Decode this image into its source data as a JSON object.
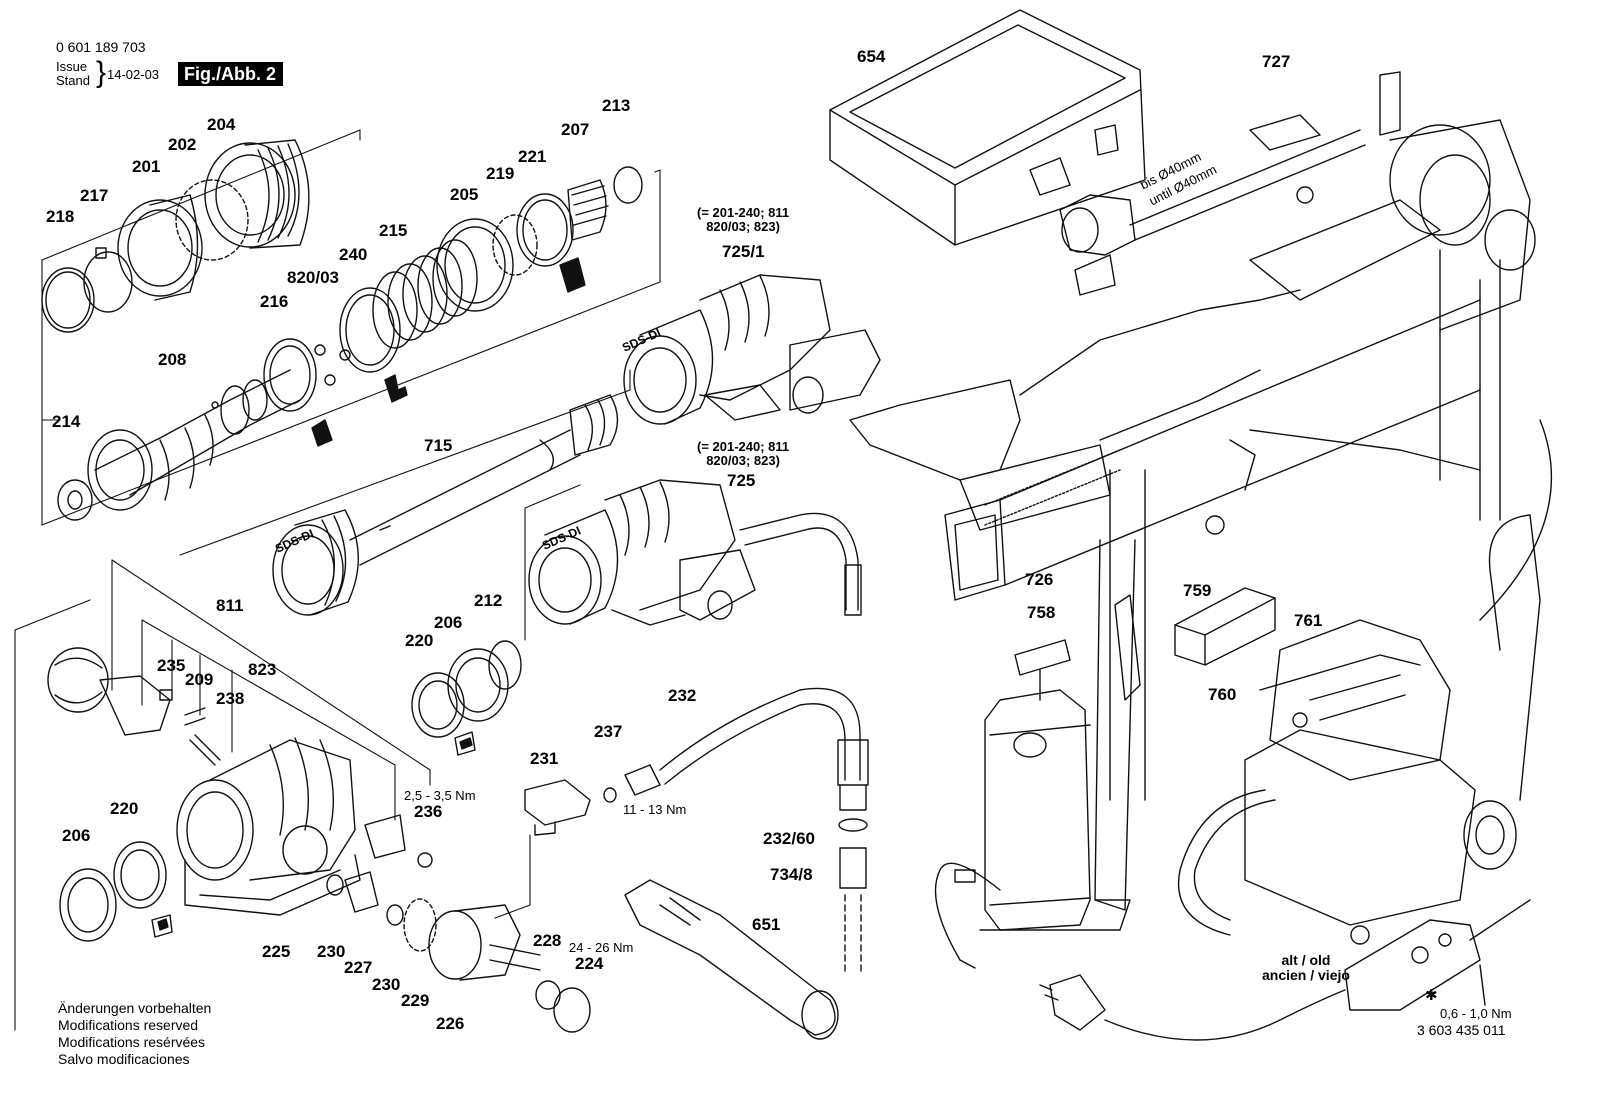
{
  "header": {
    "part_number": "0 601 189 703",
    "issue_label_en": "Issue",
    "issue_label_de": "Stand",
    "issue_date": "14-02-03",
    "figure_label": "Fig./Abb. 2"
  },
  "parts": {
    "p654": "654",
    "p727": "727",
    "p204": "204",
    "p202": "202",
    "p201": "201",
    "p217": "217",
    "p218": "218",
    "p207": "207",
    "p213": "213",
    "p221": "221",
    "p219": "219",
    "p205": "205",
    "p215": "215",
    "p240": "240",
    "p820_03": "820/03",
    "p216": "216",
    "p208": "208",
    "p214": "214",
    "p725_1": "725/1",
    "p715": "715",
    "p725": "725",
    "p811": "811",
    "p235": "235",
    "p209": "209",
    "p238": "238",
    "p823": "823",
    "p220a": "220",
    "p206a": "206",
    "p212": "212",
    "p236": "236",
    "p220b": "220",
    "p206b": "206",
    "p225": "225",
    "p230a": "230",
    "p227": "227",
    "p230b": "230",
    "p229": "229",
    "p226": "226",
    "p228": "228",
    "p224": "224",
    "p231": "231",
    "p237": "237",
    "p232": "232",
    "p232_60": "232/60",
    "p734_8": "734/8",
    "p651": "651",
    "p726": "726",
    "p758": "758",
    "p759": "759",
    "p761": "761",
    "p760": "760"
  },
  "annotations": {
    "group1_line1": "(= 201-240; 811",
    "group1_line2": "820/03; 823)",
    "group2_line1": "(= 201-240; 811",
    "group2_line2": "820/03; 823)",
    "sds_1": "SDS-DI",
    "sds_2": "SDS-DI",
    "sds_3": "SDS-DI",
    "torque_236": "2,5 - 3,5 Nm",
    "torque_237": "11 - 13 Nm",
    "torque_224": "24 - 26 Nm",
    "torque_screw": "0,6 - 1,0 Nm",
    "clamp_1": "bis Ø40mm",
    "clamp_2": "until Ø40mm",
    "old_1": "alt / old",
    "old_2": "ancien / viejo",
    "switch_part_number": "3 603 435 011"
  },
  "notes": [
    "Änderungen vorbehalten",
    "Modifications reserved",
    "Modifications resérvées",
    "Salvo modificaciones"
  ]
}
